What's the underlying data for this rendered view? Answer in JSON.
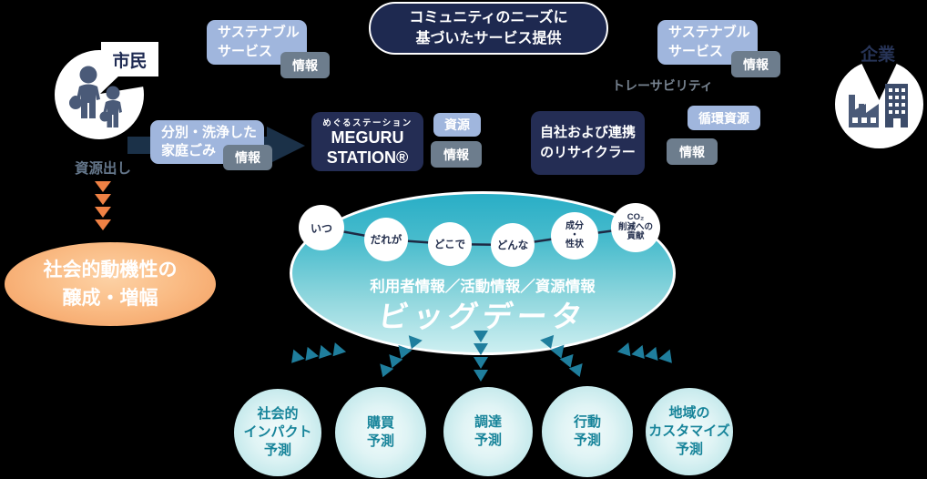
{
  "colors": {
    "background": "#000000",
    "light_blue_box": "#a0b6dd",
    "gray_box": "#6d7d8d",
    "navy_box": "#242d54",
    "teal_arrow": "#1f7e9d",
    "orange_arrow": "#ef8144",
    "ellipse_teal_top": "#29aec6",
    "ellipse_teal_bottom": "#cdeff1",
    "prediction_text": "#17849a"
  },
  "banner": {
    "lines": [
      "コミュニティのニーズに",
      "基づいたサービス提供"
    ]
  },
  "citizen": {
    "label": "市民",
    "action": "資源出し"
  },
  "company": {
    "label": "企業"
  },
  "labels": {
    "sustainable_service": [
      "サステナブル",
      "サービス"
    ],
    "info": "情報",
    "sorted_waste": [
      "分別・洗浄した",
      "家庭ごみ"
    ],
    "resource": "資源",
    "circular_resource": "循環資源",
    "traceability": "トレーサビリティ"
  },
  "meguru_station": {
    "kana": "めぐるステーション",
    "name_line1": "MEGURU",
    "name_line2": "STATION®"
  },
  "recycler": {
    "lines": [
      "自社および連携",
      "のリサイクラー"
    ]
  },
  "motivation": {
    "lines": [
      "社会的動機性の",
      "醸成・増幅"
    ]
  },
  "bigdata": {
    "bubbles": [
      {
        "lines": [
          "いつ"
        ]
      },
      {
        "lines": [
          "だれが"
        ]
      },
      {
        "lines": [
          "どこで"
        ]
      },
      {
        "lines": [
          "どんな"
        ]
      },
      {
        "lines": [
          "成分",
          "・",
          "性状"
        ]
      },
      {
        "lines": [
          "CO₂",
          "削減への",
          "貢献"
        ]
      }
    ],
    "subtitle": "利用者情報／活動情報／資源情報",
    "title": "ビッグデータ"
  },
  "predictions": [
    {
      "lines": [
        "社会的",
        "インパクト",
        "予測"
      ]
    },
    {
      "lines": [
        "購買",
        "予測"
      ]
    },
    {
      "lines": [
        "調達",
        "予測"
      ]
    },
    {
      "lines": [
        "行動",
        "予測"
      ]
    },
    {
      "lines": [
        "地域の",
        "カスタマイズ",
        "予測"
      ]
    }
  ]
}
